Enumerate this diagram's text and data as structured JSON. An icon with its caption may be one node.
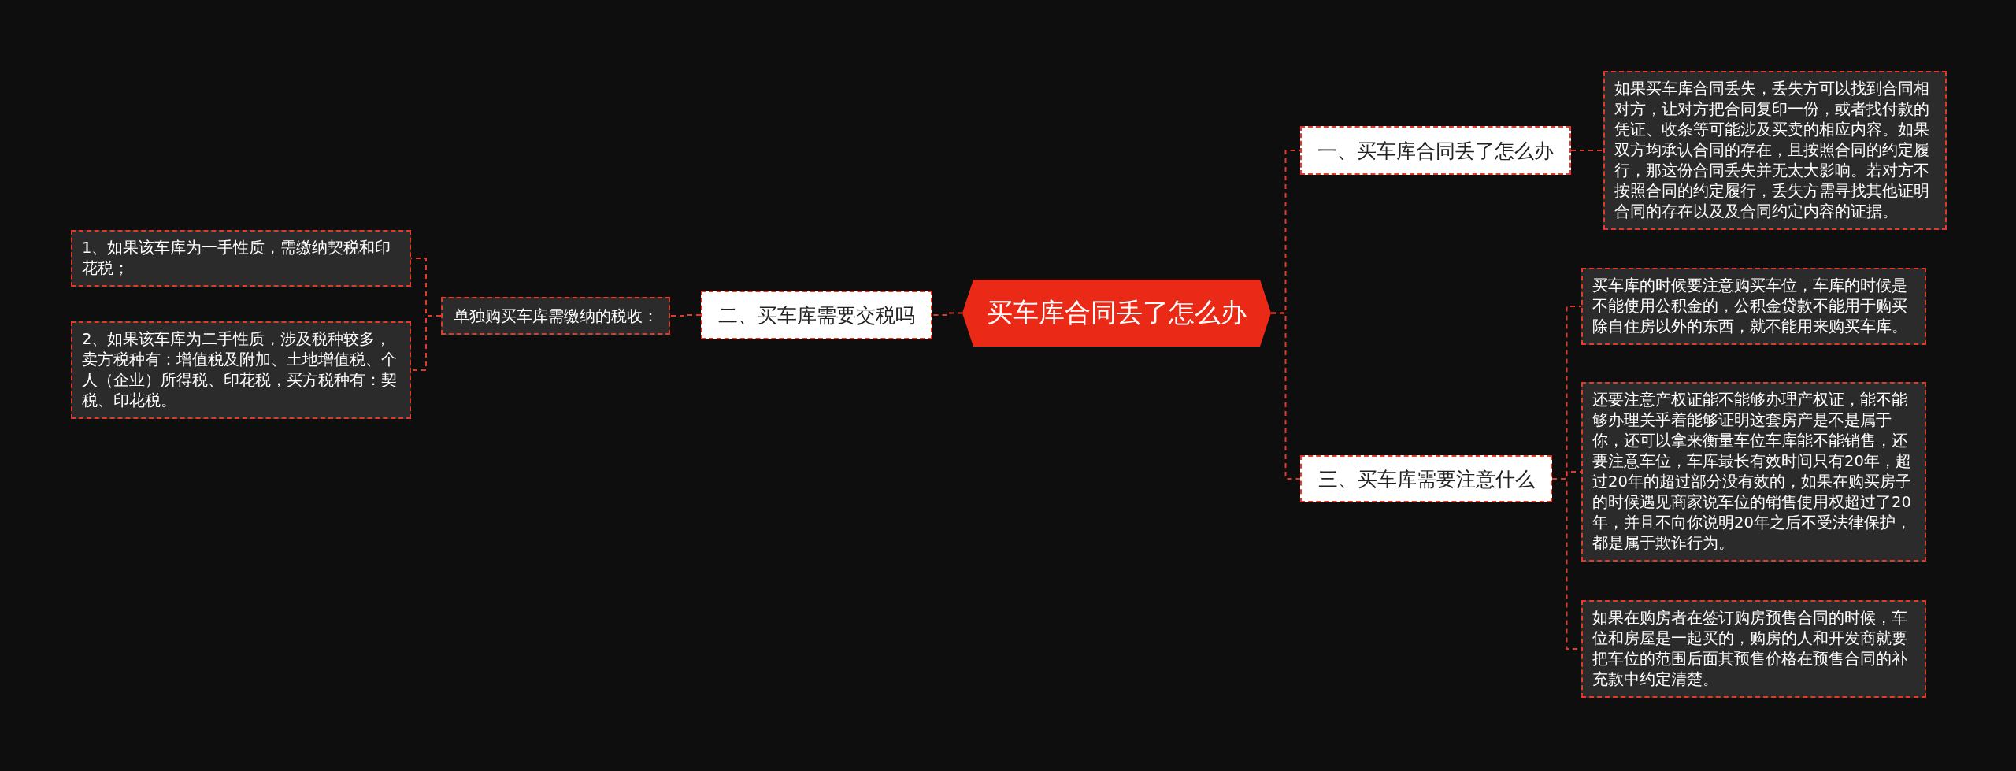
{
  "diagram": {
    "nodes": [
      {
        "text": [
          "买车库合同丢了怎么办"
        ]
      },
      {
        "text": [
          "一、买车库合同丢了怎么办"
        ]
      },
      {
        "text": [
          "如果买车库合同丢失，丢失方可以找到合同相对方，让对方把合同复印一份，或者找付款的凭证、收条等可能涉及买卖的相应内容。如果双方均承认合同的存在，且按照合同的约定履行，那这份合同丢失并无太大影响。若对方不按照合同的约定履行，丢失方需寻找其他证明合同的存在以及及合同约定内容的证据。"
        ]
      },
      {
        "text": [
          "三、买车库需要注意什么"
        ]
      },
      {
        "text": [
          "买车库的时候要注意购买车位，车库的时候是不能使用公积金的，公积金贷款不能用于购买除自住房以外的东西，就不能用来购买车库。"
        ]
      },
      {
        "text": [
          "还要注意产权证能不能够办理产权证，能不能够办理关乎着能够证明这套房产是不是属于你，还可以拿来衡量车位车库能不能销售，还要注意车位，车库最长有效时间只有20年，超过20年的超过部分没有效的，如果在购买房子的时候遇见商家说车位的销售使用权超过了20年，并且不向你说明20年之后不受法律保护，都是属于欺诈行为。"
        ]
      },
      {
        "text": [
          "如果在购房者在签订购房预售合同的时候，车位和房屋是一起买的，购房的人和开发商就要把车位的范围后面其预售价格在预售合同的补充款中约定清楚。"
        ]
      },
      {
        "text": [
          "二、买车库需要交税吗"
        ]
      },
      {
        "text": [
          "单独购买车库需缴纳的税收："
        ]
      },
      {
        "text": [
          "1、如果该车库为一手性质，需缴纳契税和印花税；"
        ]
      },
      {
        "text": [
          "2、如果该车库为二手性质，涉及税种较多，卖方税种有：增值税及附加、土地增值税、个人（企业）所得税、印花税，买方税种有：契税、印花税。"
        ]
      }
    ],
    "edges": [
      {
        "from": 0,
        "to": 1,
        "arrow": "none"
      },
      {
        "from": 1,
        "to": 2,
        "arrow": "none"
      },
      {
        "from": 0,
        "to": 3,
        "arrow": "none"
      },
      {
        "from": 3,
        "to": 4,
        "arrow": "none"
      },
      {
        "from": 3,
        "to": 5,
        "arrow": "none"
      },
      {
        "from": 3,
        "to": 6,
        "arrow": "none"
      },
      {
        "from": 0,
        "to": 7,
        "arrow": "none"
      },
      {
        "from": 7,
        "to": 8,
        "arrow": "none"
      },
      {
        "from": 8,
        "to": 9,
        "arrow": "none"
      },
      {
        "from": 8,
        "to": 10,
        "arrow": "none"
      }
    ]
  }
}
